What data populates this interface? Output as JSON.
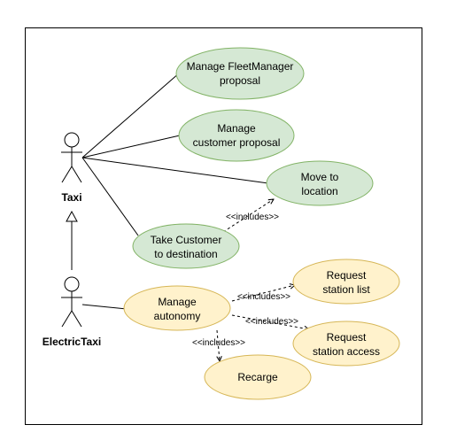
{
  "actors": {
    "taxi": "Taxi",
    "electric_taxi": "ElectricTaxi"
  },
  "use_cases": {
    "manage_fleetmanager": [
      "Manage FleetManager",
      "proposal"
    ],
    "manage_customer": [
      "Manage",
      "customer proposal"
    ],
    "move_to_location": [
      "Move to",
      "location"
    ],
    "take_customer": [
      "Take Customer",
      "to destination"
    ],
    "manage_autonomy": [
      "Manage",
      "autonomy"
    ],
    "request_station_list": [
      "Request",
      "station list"
    ],
    "request_station_access": [
      "Request",
      "station access"
    ],
    "recarge": [
      "Recarge"
    ]
  },
  "relations": {
    "take_to_move": "<<includes>>",
    "autonomy_to_list": "<<includes>>",
    "autonomy_to_access": "<<includes>>",
    "autonomy_to_recarge": "<<includes>>"
  },
  "colors": {
    "green_fill": "#d5e8d4",
    "green_stroke": "#82b366",
    "yellow_fill": "#fff2cc",
    "yellow_stroke": "#d6b656"
  }
}
